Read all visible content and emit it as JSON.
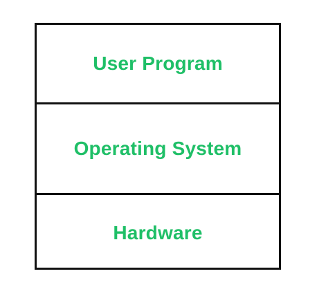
{
  "diagram": {
    "layers": [
      {
        "id": "user-program",
        "label": "User Program"
      },
      {
        "id": "operating-system",
        "label": "Operating System"
      },
      {
        "id": "hardware",
        "label": "Hardware"
      }
    ],
    "colors": {
      "label_text": "#1fbf67",
      "border": "#111111",
      "background": "#ffffff"
    }
  }
}
